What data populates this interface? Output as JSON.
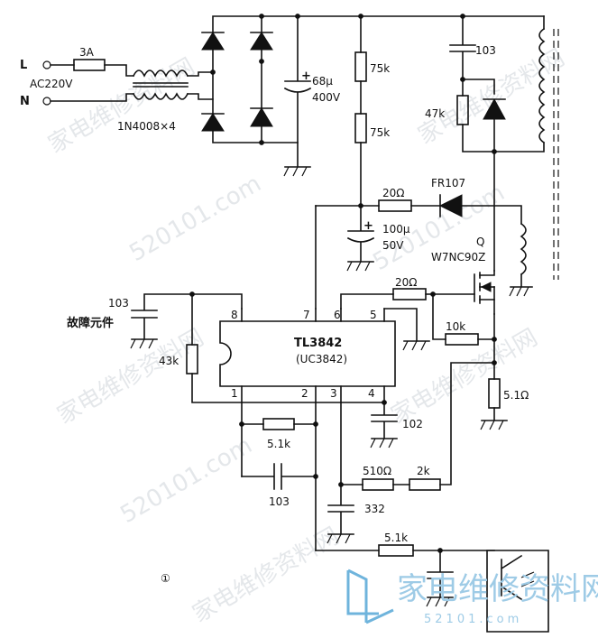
{
  "labels": {
    "terminal_l": "L",
    "terminal_n": "N",
    "mains": "AC220V",
    "fuse": "3A",
    "bridge": "1N4008×4",
    "bulk_cap_value": "68μ",
    "bulk_cap_voltage": "400V",
    "r_start_1": "75k",
    "r_start_2": "75k",
    "snubber_cap": "103",
    "snubber_res": "47k",
    "aux_diode": "FR107",
    "aux_res": "20Ω",
    "vcc_cap_value": "100μ",
    "vcc_cap_voltage": "50V",
    "mosfet_ref": "Q",
    "mosfet_part": "W7NC90Z",
    "gate_res": "20Ω",
    "cs_res": "10k",
    "sense_res": "5.1Ω",
    "cap_pin8": "103",
    "faulty_part_note": "故障元件",
    "rt_res": "43k",
    "ic_part": "TL3842",
    "ic_alt": "(UC3842)",
    "pin_8": "8",
    "pin_7": "7",
    "pin_6": "6",
    "pin_5": "5",
    "pin_1": "1",
    "pin_2": "2",
    "pin_3": "3",
    "pin_4": "4",
    "cap_pin4": "102",
    "fb_res": "5.1k",
    "comp_cap": "103",
    "filter_res_1": "510Ω",
    "filter_res_2": "2k",
    "filter_cap": "332",
    "opto_res": "5.1k",
    "figure_number": "①"
  },
  "watermarks": {
    "cn": "家电维修资料网",
    "site": "520101.com",
    "logo_text": "家电维修资料网",
    "logo_url": "52101.com"
  }
}
